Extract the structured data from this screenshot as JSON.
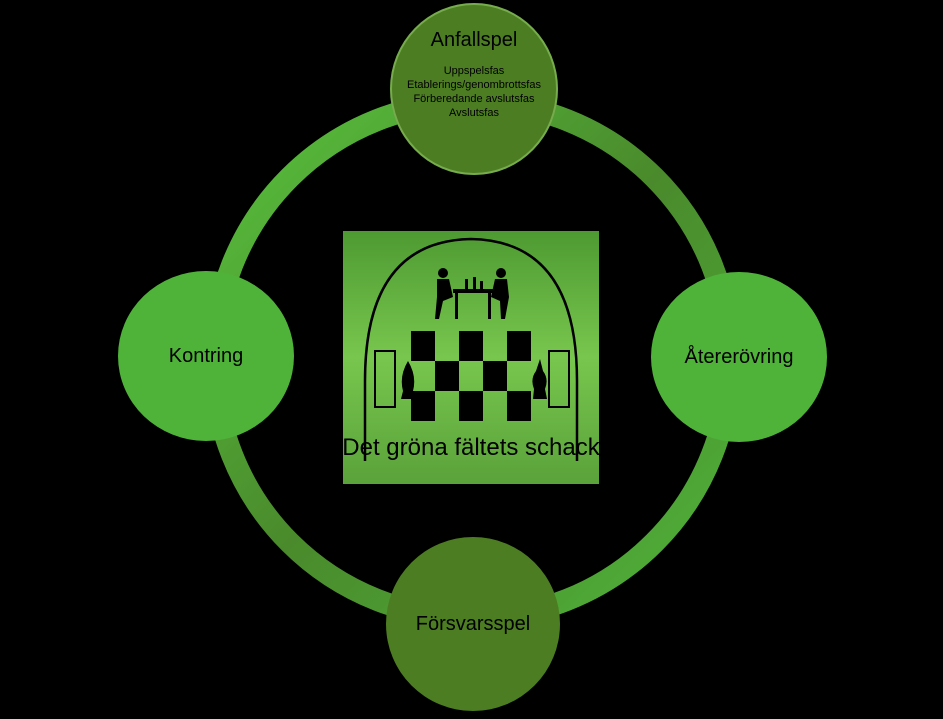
{
  "cycle": {
    "top": {
      "title": "Anfallspel",
      "phases": [
        "Uppspelsfas",
        "Etablerings/genombrottsfas",
        "Förberedande avslutsfas",
        "Avslutsfas"
      ]
    },
    "right": {
      "title": "Återerövring"
    },
    "bottom": {
      "title": "Försvarsspel"
    },
    "left": {
      "title": "Kontring"
    }
  },
  "logo": {
    "text": "Det gröna fältets schack"
  },
  "colors": {
    "background": "#000000",
    "ring": "#4fb33a",
    "node_bright": "#4fb33a",
    "node_dark": "#4d7d22",
    "logo_bg": "#5aa23a"
  }
}
